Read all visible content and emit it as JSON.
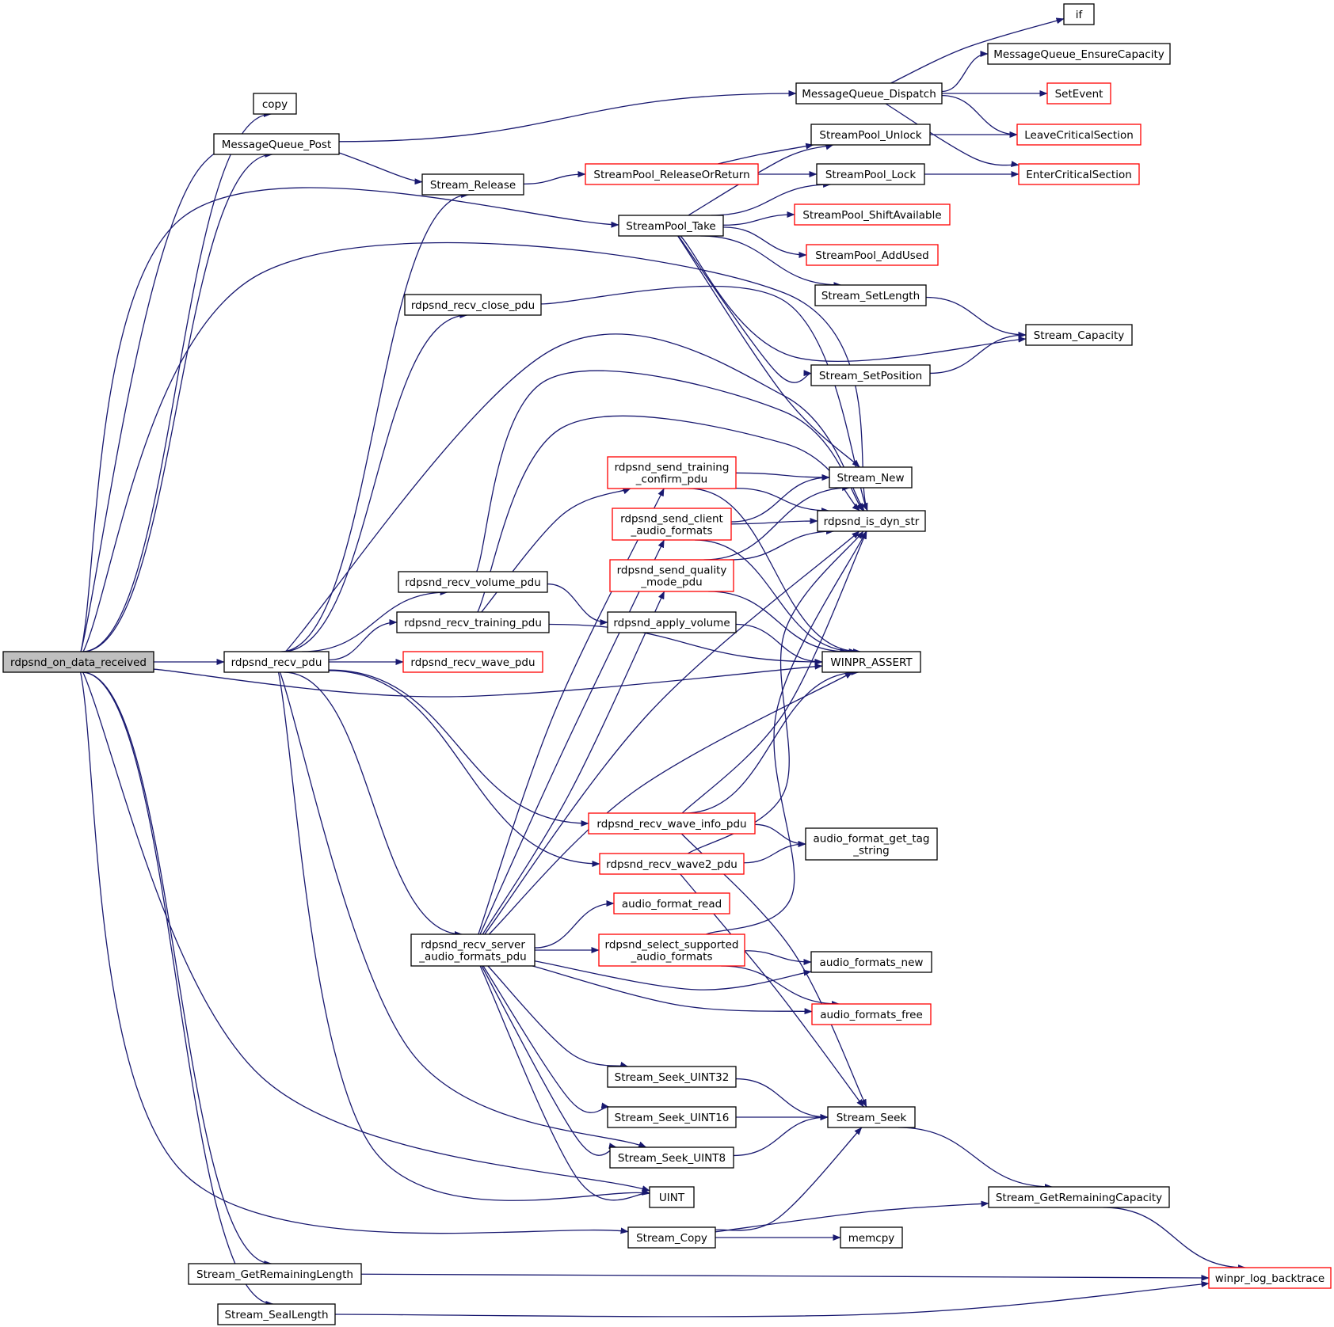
{
  "colors": {
    "edge": "#191970",
    "root_fill": "#bfbfbf",
    "node_border": "#000000",
    "external_border": "#ff0000"
  },
  "graph": {
    "nodes": [
      {
        "id": "rdpsnd_on_data_received",
        "lines": [
          "rdpsnd_on_data_received"
        ],
        "kind": "root"
      },
      {
        "id": "copy",
        "lines": [
          "copy"
        ],
        "kind": "normal"
      },
      {
        "id": "MessageQueue_Post",
        "lines": [
          "MessageQueue_Post"
        ],
        "kind": "normal"
      },
      {
        "id": "Stream_Release",
        "lines": [
          "Stream_Release"
        ],
        "kind": "normal"
      },
      {
        "id": "StreamPool_Take",
        "lines": [
          "StreamPool_Take"
        ],
        "kind": "normal"
      },
      {
        "id": "rdpsnd_recv_close_pdu",
        "lines": [
          "rdpsnd_recv_close_pdu"
        ],
        "kind": "normal"
      },
      {
        "id": "rdpsnd_recv_pdu",
        "lines": [
          "rdpsnd_recv_pdu"
        ],
        "kind": "normal"
      },
      {
        "id": "rdpsnd_recv_volume_pdu",
        "lines": [
          "rdpsnd_recv_volume_pdu"
        ],
        "kind": "normal"
      },
      {
        "id": "rdpsnd_recv_training_pdu",
        "lines": [
          "rdpsnd_recv_training_pdu"
        ],
        "kind": "normal"
      },
      {
        "id": "rdpsnd_recv_wave_pdu",
        "lines": [
          "rdpsnd_recv_wave_pdu"
        ],
        "kind": "external"
      },
      {
        "id": "rdpsnd_recv_server_audio_formats_pdu",
        "lines": [
          "rdpsnd_recv_server",
          "_audio_formats_pdu"
        ],
        "kind": "normal"
      },
      {
        "id": "Stream_GetRemainingLength",
        "lines": [
          "Stream_GetRemainingLength"
        ],
        "kind": "normal"
      },
      {
        "id": "Stream_SealLength",
        "lines": [
          "Stream_SealLength"
        ],
        "kind": "normal"
      },
      {
        "id": "StreamPool_ReleaseOrReturn",
        "lines": [
          "StreamPool_ReleaseOrReturn"
        ],
        "kind": "external"
      },
      {
        "id": "rdpsnd_send_training_confirm_pdu",
        "lines": [
          "rdpsnd_send_training",
          "_confirm_pdu"
        ],
        "kind": "external"
      },
      {
        "id": "rdpsnd_send_client_audio_formats",
        "lines": [
          "rdpsnd_send_client",
          "_audio_formats"
        ],
        "kind": "external"
      },
      {
        "id": "rdpsnd_send_quality_mode_pdu",
        "lines": [
          "rdpsnd_send_quality",
          "_mode_pdu"
        ],
        "kind": "external"
      },
      {
        "id": "rdpsnd_apply_volume",
        "lines": [
          "rdpsnd_apply_volume"
        ],
        "kind": "normal"
      },
      {
        "id": "rdpsnd_recv_wave_info_pdu",
        "lines": [
          "rdpsnd_recv_wave_info_pdu"
        ],
        "kind": "external"
      },
      {
        "id": "rdpsnd_recv_wave2_pdu",
        "lines": [
          "rdpsnd_recv_wave2_pdu"
        ],
        "kind": "external"
      },
      {
        "id": "audio_format_read",
        "lines": [
          "audio_format_read"
        ],
        "kind": "external"
      },
      {
        "id": "rdpsnd_select_supported_audio_formats",
        "lines": [
          "rdpsnd_select_supported",
          "_audio_formats"
        ],
        "kind": "external"
      },
      {
        "id": "Stream_Seek_UINT32",
        "lines": [
          "Stream_Seek_UINT32"
        ],
        "kind": "normal"
      },
      {
        "id": "Stream_Seek_UINT16",
        "lines": [
          "Stream_Seek_UINT16"
        ],
        "kind": "normal"
      },
      {
        "id": "Stream_Seek_UINT8",
        "lines": [
          "Stream_Seek_UINT8"
        ],
        "kind": "normal"
      },
      {
        "id": "UINT",
        "lines": [
          "UINT"
        ],
        "kind": "normal"
      },
      {
        "id": "Stream_Copy",
        "lines": [
          "Stream_Copy"
        ],
        "kind": "normal"
      },
      {
        "id": "MessageQueue_Dispatch",
        "lines": [
          "MessageQueue_Dispatch"
        ],
        "kind": "normal"
      },
      {
        "id": "StreamPool_Unlock",
        "lines": [
          "StreamPool_Unlock"
        ],
        "kind": "normal"
      },
      {
        "id": "StreamPool_Lock",
        "lines": [
          "StreamPool_Lock"
        ],
        "kind": "normal"
      },
      {
        "id": "StreamPool_ShiftAvailable",
        "lines": [
          "StreamPool_ShiftAvailable"
        ],
        "kind": "external"
      },
      {
        "id": "StreamPool_AddUsed",
        "lines": [
          "StreamPool_AddUsed"
        ],
        "kind": "external"
      },
      {
        "id": "Stream_SetLength",
        "lines": [
          "Stream_SetLength"
        ],
        "kind": "normal"
      },
      {
        "id": "Stream_SetPosition",
        "lines": [
          "Stream_SetPosition"
        ],
        "kind": "normal"
      },
      {
        "id": "Stream_New",
        "lines": [
          "Stream_New"
        ],
        "kind": "normal"
      },
      {
        "id": "rdpsnd_is_dyn_str",
        "lines": [
          "rdpsnd_is_dyn_str"
        ],
        "kind": "normal"
      },
      {
        "id": "WINPR_ASSERT",
        "lines": [
          "WINPR_ASSERT"
        ],
        "kind": "normal"
      },
      {
        "id": "audio_format_get_tag_string",
        "lines": [
          "audio_format_get_tag",
          "_string"
        ],
        "kind": "normal"
      },
      {
        "id": "audio_formats_new",
        "lines": [
          "audio_formats_new"
        ],
        "kind": "normal"
      },
      {
        "id": "audio_formats_free",
        "lines": [
          "audio_formats_free"
        ],
        "kind": "external"
      },
      {
        "id": "Stream_Seek",
        "lines": [
          "Stream_Seek"
        ],
        "kind": "normal"
      },
      {
        "id": "memcpy",
        "lines": [
          "memcpy"
        ],
        "kind": "normal"
      },
      {
        "id": "if",
        "lines": [
          "if"
        ],
        "kind": "normal"
      },
      {
        "id": "MessageQueue_EnsureCapacity",
        "lines": [
          "MessageQueue_EnsureCapacity"
        ],
        "kind": "normal"
      },
      {
        "id": "SetEvent",
        "lines": [
          "SetEvent"
        ],
        "kind": "external"
      },
      {
        "id": "LeaveCriticalSection",
        "lines": [
          "LeaveCriticalSection"
        ],
        "kind": "external"
      },
      {
        "id": "EnterCriticalSection",
        "lines": [
          "EnterCriticalSection"
        ],
        "kind": "external"
      },
      {
        "id": "Stream_Capacity",
        "lines": [
          "Stream_Capacity"
        ],
        "kind": "normal"
      },
      {
        "id": "Stream_GetRemainingCapacity",
        "lines": [
          "Stream_GetRemainingCapacity"
        ],
        "kind": "normal"
      },
      {
        "id": "winpr_log_backtrace",
        "lines": [
          "winpr_log_backtrace"
        ],
        "kind": "external"
      }
    ],
    "edges": [
      [
        "rdpsnd_on_data_received",
        "copy"
      ],
      [
        "rdpsnd_on_data_received",
        "MessageQueue_Post"
      ],
      [
        "rdpsnd_on_data_received",
        "Stream_Release"
      ],
      [
        "rdpsnd_on_data_received",
        "StreamPool_Take"
      ],
      [
        "rdpsnd_on_data_received",
        "rdpsnd_is_dyn_str"
      ],
      [
        "rdpsnd_on_data_received",
        "rdpsnd_recv_pdu"
      ],
      [
        "rdpsnd_on_data_received",
        "WINPR_ASSERT"
      ],
      [
        "rdpsnd_on_data_received",
        "UINT"
      ],
      [
        "rdpsnd_on_data_received",
        "Stream_Copy"
      ],
      [
        "rdpsnd_on_data_received",
        "Stream_GetRemainingLength"
      ],
      [
        "rdpsnd_on_data_received",
        "Stream_SealLength"
      ],
      [
        "MessageQueue_Post",
        "MessageQueue_Dispatch"
      ],
      [
        "MessageQueue_Dispatch",
        "if"
      ],
      [
        "MessageQueue_Dispatch",
        "MessageQueue_EnsureCapacity"
      ],
      [
        "MessageQueue_Dispatch",
        "SetEvent"
      ],
      [
        "MessageQueue_Dispatch",
        "LeaveCriticalSection"
      ],
      [
        "MessageQueue_Dispatch",
        "EnterCriticalSection"
      ],
      [
        "Stream_Release",
        "StreamPool_ReleaseOrReturn"
      ],
      [
        "StreamPool_ReleaseOrReturn",
        "StreamPool_Unlock"
      ],
      [
        "StreamPool_ReleaseOrReturn",
        "StreamPool_Lock"
      ],
      [
        "StreamPool_Unlock",
        "LeaveCriticalSection"
      ],
      [
        "StreamPool_Lock",
        "EnterCriticalSection"
      ],
      [
        "StreamPool_Take",
        "StreamPool_Unlock"
      ],
      [
        "StreamPool_Take",
        "StreamPool_Lock"
      ],
      [
        "StreamPool_Take",
        "StreamPool_ShiftAvailable"
      ],
      [
        "StreamPool_Take",
        "StreamPool_AddUsed"
      ],
      [
        "StreamPool_Take",
        "Stream_SetLength"
      ],
      [
        "StreamPool_Take",
        "Stream_Capacity"
      ],
      [
        "StreamPool_Take",
        "Stream_SetPosition"
      ],
      [
        "StreamPool_Take",
        "Stream_New"
      ],
      [
        "Stream_SetLength",
        "Stream_Capacity"
      ],
      [
        "Stream_SetPosition",
        "Stream_Capacity"
      ],
      [
        "rdpsnd_recv_pdu",
        "Stream_Release"
      ],
      [
        "rdpsnd_recv_pdu",
        "rdpsnd_recv_close_pdu"
      ],
      [
        "rdpsnd_recv_pdu",
        "rdpsnd_is_dyn_str"
      ],
      [
        "rdpsnd_recv_pdu",
        "rdpsnd_recv_volume_pdu"
      ],
      [
        "rdpsnd_recv_pdu",
        "rdpsnd_recv_training_pdu"
      ],
      [
        "rdpsnd_recv_pdu",
        "rdpsnd_recv_wave_pdu"
      ],
      [
        "rdpsnd_recv_pdu",
        "rdpsnd_recv_wave_info_pdu"
      ],
      [
        "rdpsnd_recv_pdu",
        "rdpsnd_recv_wave2_pdu"
      ],
      [
        "rdpsnd_recv_pdu",
        "rdpsnd_recv_server_audio_formats_pdu"
      ],
      [
        "rdpsnd_recv_pdu",
        "UINT"
      ],
      [
        "rdpsnd_recv_pdu",
        "Stream_Seek_UINT8"
      ],
      [
        "rdpsnd_recv_close_pdu",
        "rdpsnd_is_dyn_str"
      ],
      [
        "rdpsnd_recv_volume_pdu",
        "rdpsnd_is_dyn_str"
      ],
      [
        "rdpsnd_recv_volume_pdu",
        "rdpsnd_apply_volume"
      ],
      [
        "rdpsnd_recv_training_pdu",
        "rdpsnd_is_dyn_str"
      ],
      [
        "rdpsnd_recv_training_pdu",
        "rdpsnd_send_training_confirm_pdu"
      ],
      [
        "rdpsnd_recv_training_pdu",
        "WINPR_ASSERT"
      ],
      [
        "rdpsnd_send_training_confirm_pdu",
        "Stream_New"
      ],
      [
        "rdpsnd_send_training_confirm_pdu",
        "rdpsnd_is_dyn_str"
      ],
      [
        "rdpsnd_send_training_confirm_pdu",
        "WINPR_ASSERT"
      ],
      [
        "rdpsnd_send_client_audio_formats",
        "Stream_New"
      ],
      [
        "rdpsnd_send_client_audio_formats",
        "rdpsnd_is_dyn_str"
      ],
      [
        "rdpsnd_send_client_audio_formats",
        "WINPR_ASSERT"
      ],
      [
        "rdpsnd_send_quality_mode_pdu",
        "Stream_New"
      ],
      [
        "rdpsnd_send_quality_mode_pdu",
        "rdpsnd_is_dyn_str"
      ],
      [
        "rdpsnd_send_quality_mode_pdu",
        "WINPR_ASSERT"
      ],
      [
        "rdpsnd_apply_volume",
        "WINPR_ASSERT"
      ],
      [
        "rdpsnd_recv_wave_info_pdu",
        "rdpsnd_is_dyn_str"
      ],
      [
        "rdpsnd_recv_wave_info_pdu",
        "WINPR_ASSERT"
      ],
      [
        "rdpsnd_recv_wave_info_pdu",
        "audio_format_get_tag_string"
      ],
      [
        "rdpsnd_recv_wave_info_pdu",
        "Stream_Seek"
      ],
      [
        "rdpsnd_recv_wave2_pdu",
        "rdpsnd_is_dyn_str"
      ],
      [
        "rdpsnd_recv_wave2_pdu",
        "audio_format_get_tag_string"
      ],
      [
        "rdpsnd_recv_wave2_pdu",
        "Stream_Seek"
      ],
      [
        "rdpsnd_recv_server_audio_formats_pdu",
        "rdpsnd_send_training_confirm_pdu"
      ],
      [
        "rdpsnd_recv_server_audio_formats_pdu",
        "rdpsnd_send_client_audio_formats"
      ],
      [
        "rdpsnd_recv_server_audio_formats_pdu",
        "rdpsnd_send_quality_mode_pdu"
      ],
      [
        "rdpsnd_recv_server_audio_formats_pdu",
        "rdpsnd_is_dyn_str"
      ],
      [
        "rdpsnd_recv_server_audio_formats_pdu",
        "WINPR_ASSERT"
      ],
      [
        "rdpsnd_recv_server_audio_formats_pdu",
        "audio_format_read"
      ],
      [
        "rdpsnd_recv_server_audio_formats_pdu",
        "rdpsnd_select_supported_audio_formats"
      ],
      [
        "rdpsnd_recv_server_audio_formats_pdu",
        "audio_formats_new"
      ],
      [
        "rdpsnd_recv_server_audio_formats_pdu",
        "audio_formats_free"
      ],
      [
        "rdpsnd_recv_server_audio_formats_pdu",
        "Stream_Seek_UINT32"
      ],
      [
        "rdpsnd_recv_server_audio_formats_pdu",
        "Stream_Seek_UINT16"
      ],
      [
        "rdpsnd_recv_server_audio_formats_pdu",
        "Stream_Seek_UINT8"
      ],
      [
        "rdpsnd_recv_server_audio_formats_pdu",
        "UINT"
      ],
      [
        "rdpsnd_select_supported_audio_formats",
        "rdpsnd_is_dyn_str"
      ],
      [
        "rdpsnd_select_supported_audio_formats",
        "audio_formats_new"
      ],
      [
        "rdpsnd_select_supported_audio_formats",
        "audio_formats_free"
      ],
      [
        "Stream_Seek_UINT32",
        "Stream_Seek"
      ],
      [
        "Stream_Seek_UINT16",
        "Stream_Seek"
      ],
      [
        "Stream_Seek_UINT8",
        "Stream_Seek"
      ],
      [
        "Stream_Seek",
        "Stream_GetRemainingCapacity"
      ],
      [
        "Stream_Copy",
        "Stream_Seek"
      ],
      [
        "Stream_Copy",
        "Stream_GetRemainingCapacity"
      ],
      [
        "Stream_Copy",
        "memcpy"
      ],
      [
        "Stream_GetRemainingCapacity",
        "winpr_log_backtrace"
      ],
      [
        "Stream_GetRemainingLength",
        "winpr_log_backtrace"
      ],
      [
        "Stream_SealLength",
        "winpr_log_backtrace"
      ]
    ]
  }
}
